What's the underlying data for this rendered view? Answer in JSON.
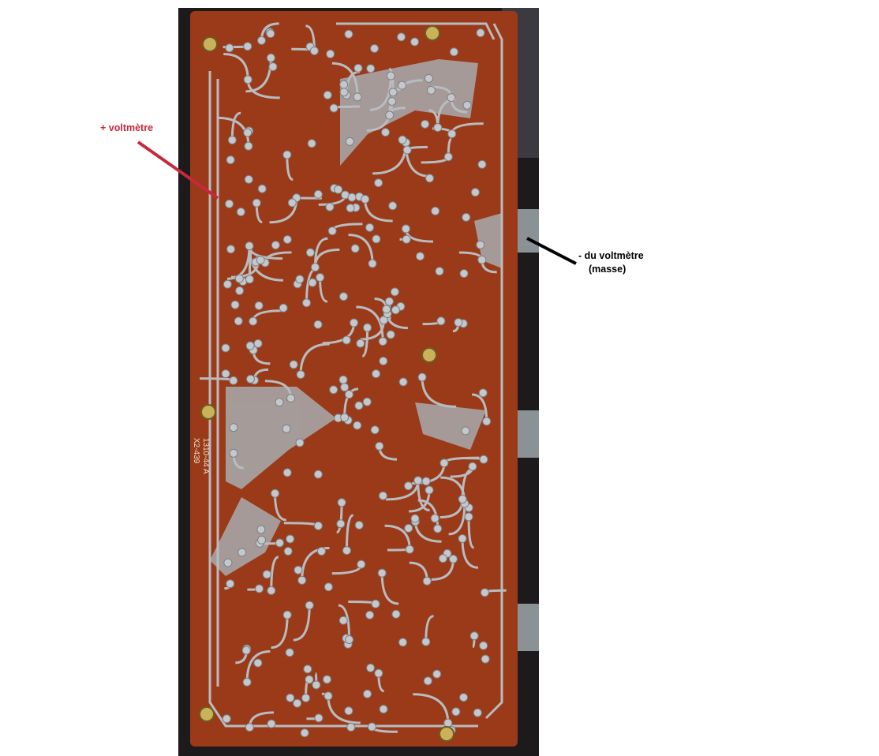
{
  "annotations": {
    "positive": {
      "text": "+ voltmètre",
      "color": "#c8283c"
    },
    "negative": {
      "line1": "- du voltmètre",
      "line2": "(masse)",
      "color": "#000000"
    }
  },
  "board_marking": {
    "line1": "1310-44 A",
    "line2": "X2-439"
  },
  "colors": {
    "board": "#9a3a18",
    "background": "#1c1a1a",
    "trace": "#b8bcc0",
    "pin": "#8a9296"
  }
}
